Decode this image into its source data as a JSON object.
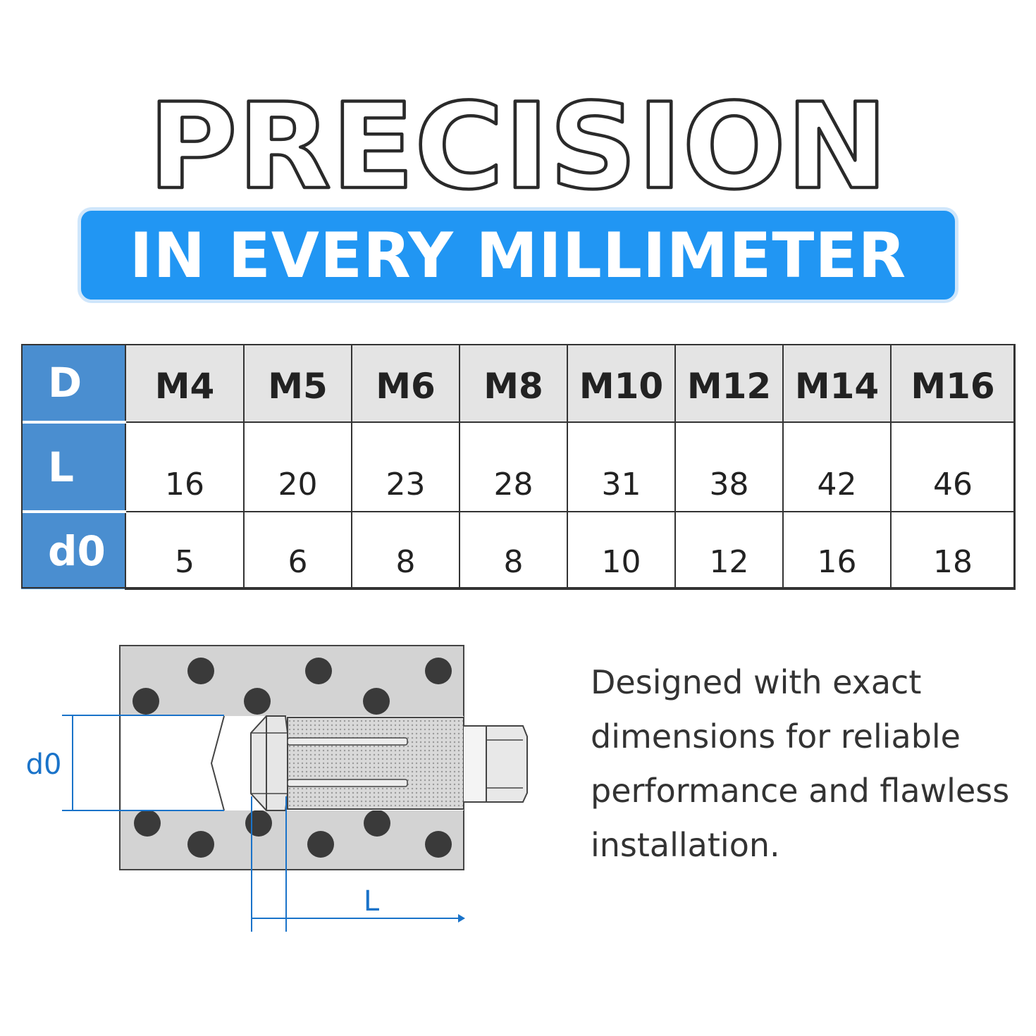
{
  "headline": {
    "title": "PRECISION",
    "banner": "IN EVERY MILLIMETER"
  },
  "spec_table": {
    "row_labels": [
      "D",
      "L",
      "d0"
    ],
    "columns": [
      "M4",
      "M5",
      "M6",
      "M8",
      "M10",
      "M12",
      "M14",
      "M16"
    ],
    "L_values": [
      "16",
      "20",
      "23",
      "28",
      "31",
      "38",
      "42",
      "46"
    ],
    "d0_values": [
      "5",
      "6",
      "8",
      "8",
      "10",
      "12",
      "16",
      "18"
    ]
  },
  "diagram": {
    "d0_label": "d0",
    "L_label": "L"
  },
  "description": {
    "lines": [
      "Designed with exact",
      "dimensions for reliable",
      "performance and flawless",
      "installation."
    ]
  },
  "colors": {
    "banner_blue": "#2196f3",
    "header_blue": "#4a8ed0",
    "dimension_blue": "#1a73c9"
  }
}
